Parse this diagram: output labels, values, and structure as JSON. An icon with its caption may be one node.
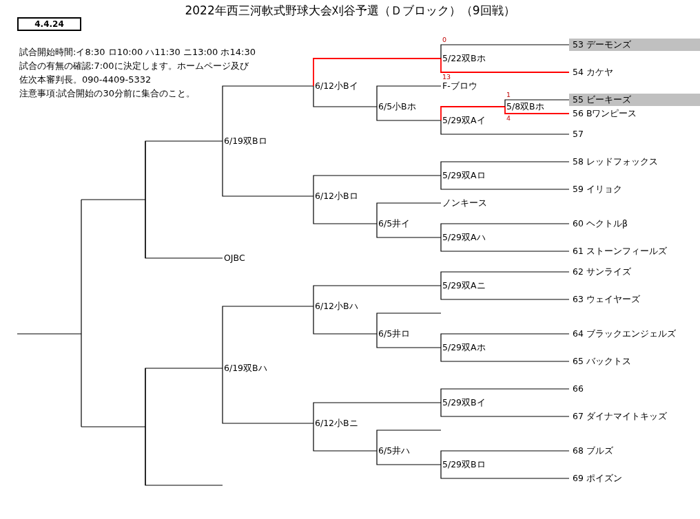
{
  "diagram": {
    "title": "2022年西三河軟式野球大会刈谷予選（Ｄブロック）（9回戦）",
    "nodes": [
      {
        "text": [
          "4.4.24"
        ]
      },
      {
        "text": [
          "6/19双Bロ"
        ]
      },
      {
        "text": [
          "6/12小Bイ"
        ]
      },
      {
        "text": [
          "5/22双Bホ"
        ]
      },
      {
        "text": [
          "53 デーモンズ"
        ]
      },
      {
        "text": [
          "54 カケヤ"
        ]
      },
      {
        "text": [
          "6/5小Bホ"
        ]
      },
      {
        "text": [
          "F-ブロウ"
        ]
      },
      {
        "text": [
          "5/29双Aイ"
        ]
      },
      {
        "text": [
          "5/8双Bホ"
        ]
      },
      {
        "text": [
          "55 ビーキーズ"
        ]
      },
      {
        "text": [
          "56 Bワンピース"
        ]
      },
      {
        "text": [
          "57"
        ]
      },
      {
        "text": [
          "6/12小Bロ"
        ]
      },
      {
        "text": [
          "5/29双Aロ"
        ]
      },
      {
        "text": [
          "58 レッドフォックス"
        ]
      },
      {
        "text": [
          "59 イリョク"
        ]
      },
      {
        "text": [
          "6/5井イ"
        ]
      },
      {
        "text": [
          "ノンキース"
        ]
      },
      {
        "text": [
          "5/29双Aハ"
        ]
      },
      {
        "text": [
          "60 ヘクトルβ"
        ]
      },
      {
        "text": [
          "61 ストーンフィールズ"
        ]
      },
      {
        "text": [
          "OJBC"
        ]
      },
      {
        "text": [
          "6/19双Bハ"
        ]
      },
      {
        "text": [
          "6/12小Bハ"
        ]
      },
      {
        "text": [
          "5/29双Aニ"
        ]
      },
      {
        "text": [
          "62 サンライズ"
        ]
      },
      {
        "text": [
          "63 ウェイヤーズ"
        ]
      },
      {
        "text": [
          "6/5井ロ"
        ]
      },
      {
        "text": [
          "5/29双Aホ"
        ]
      },
      {
        "text": [
          "64 ブラックエンジェルズ"
        ]
      },
      {
        "text": [
          "65 バックトス"
        ]
      },
      {
        "text": [
          "6/12小Bニ"
        ]
      },
      {
        "text": [
          "5/29双Bイ"
        ]
      },
      {
        "text": [
          "66"
        ]
      },
      {
        "text": [
          "67 ダイナマイトキッズ"
        ]
      },
      {
        "text": [
          "6/5井ハ"
        ]
      },
      {
        "text": [
          "5/29双Bロ"
        ]
      },
      {
        "text": [
          "68 ブルズ"
        ]
      },
      {
        "text": [
          "69 ポイズン"
        ]
      }
    ],
    "edges": [
      {
        "from": 2,
        "to": 1,
        "arrow": "none"
      },
      {
        "from": 13,
        "to": 1,
        "arrow": "none"
      },
      {
        "from": 3,
        "to": 2,
        "arrow": "none",
        "color": "#ff0000"
      },
      {
        "from": 6,
        "to": 2,
        "arrow": "none"
      },
      {
        "from": 4,
        "to": 3,
        "arrow": "none",
        "label": "0"
      },
      {
        "from": 5,
        "to": 3,
        "arrow": "none",
        "label": "13",
        "color": "#ff0000"
      },
      {
        "from": 7,
        "to": 6,
        "arrow": "none"
      },
      {
        "from": 8,
        "to": 6,
        "arrow": "none"
      },
      {
        "from": 9,
        "to": 8,
        "arrow": "none",
        "color": "#ff0000"
      },
      {
        "from": 10,
        "to": 9,
        "arrow": "none",
        "label": "1"
      },
      {
        "from": 11,
        "to": 9,
        "arrow": "none",
        "label": "4",
        "color": "#ff0000"
      },
      {
        "from": 12,
        "to": 8,
        "arrow": "none"
      },
      {
        "from": 14,
        "to": 13,
        "arrow": "none"
      },
      {
        "from": 17,
        "to": 13,
        "arrow": "none"
      },
      {
        "from": 15,
        "to": 14,
        "arrow": "none"
      },
      {
        "from": 16,
        "to": 14,
        "arrow": "none"
      },
      {
        "from": 18,
        "to": 17,
        "arrow": "none"
      },
      {
        "from": 19,
        "to": 17,
        "arrow": "none"
      },
      {
        "from": 20,
        "to": 19,
        "arrow": "none"
      },
      {
        "from": 21,
        "to": 19,
        "arrow": "none"
      },
      {
        "from": 22,
        "to": 1,
        "arrow": "none"
      },
      {
        "from": 24,
        "to": 23,
        "arrow": "none"
      },
      {
        "from": 32,
        "to": 23,
        "arrow": "none"
      },
      {
        "from": 25,
        "to": 24,
        "arrow": "none"
      },
      {
        "from": 28,
        "to": 24,
        "arrow": "none"
      },
      {
        "from": 26,
        "to": 25,
        "arrow": "none"
      },
      {
        "from": 27,
        "to": 25,
        "arrow": "none"
      },
      {
        "from": null,
        "to": 28,
        "arrow": "none"
      },
      {
        "from": 29,
        "to": 28,
        "arrow": "none"
      },
      {
        "from": 30,
        "to": 29,
        "arrow": "none"
      },
      {
        "from": 31,
        "to": 29,
        "arrow": "none"
      },
      {
        "from": 33,
        "to": 32,
        "arrow": "none"
      },
      {
        "from": 36,
        "to": 32,
        "arrow": "none"
      },
      {
        "from": 34,
        "to": 33,
        "arrow": "none"
      },
      {
        "from": 35,
        "to": 33,
        "arrow": "none"
      },
      {
        "from": null,
        "to": 36,
        "arrow": "none"
      },
      {
        "from": 37,
        "to": 36,
        "arrow": "none"
      },
      {
        "from": 38,
        "to": 37,
        "arrow": "none"
      },
      {
        "from": 39,
        "to": 37,
        "arrow": "none"
      },
      {
        "from": null,
        "to": 23,
        "arrow": "none"
      }
    ],
    "labels": [
      "試合開始時間:イ8:30 ロ10:00 ハ11:30 ニ13:00 ホ14:30",
      "試合の有無の確認:7:00に決定します。ホームページ及び",
      "佐次本審判長。090-4409-5332",
      "注意事項:試合開始の30分前に集合のこと。"
    ]
  }
}
